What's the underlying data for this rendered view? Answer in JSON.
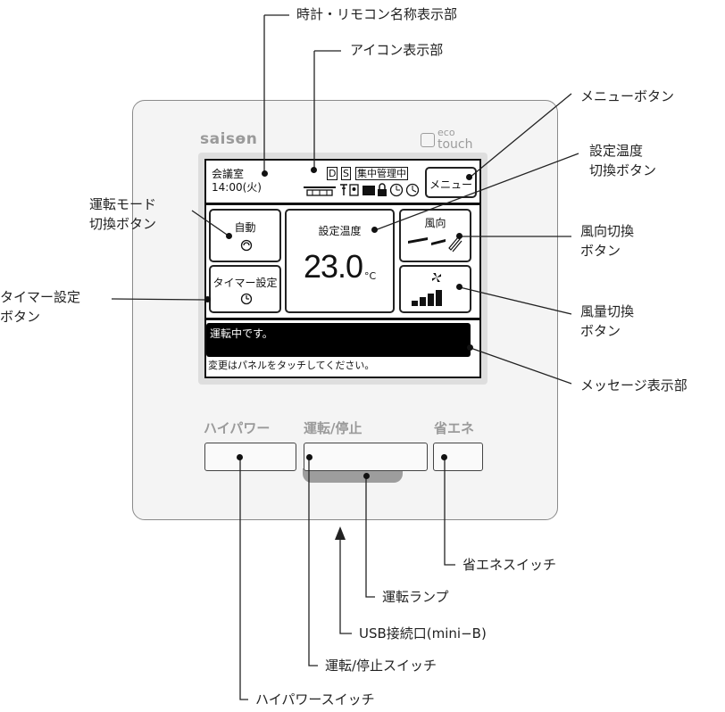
{
  "callouts": {
    "clock_name": "時計・リモコン名称表示部",
    "icon_display": "アイコン表示部",
    "menu_button": "メニューボタン",
    "set_temp_switch_1": "設定温度",
    "set_temp_switch_2": "切換ボタン",
    "op_mode_1": "運転モード",
    "op_mode_2": "切換ボタン",
    "wind_dir_1": "風向切換",
    "wind_dir_2": "ボタン",
    "timer_1": "タイマー設定",
    "timer_2": "ボタン",
    "fan_speed_1": "風量切換",
    "fan_speed_2": "ボタン",
    "message_display": "メッセージ表示部",
    "eco_switch": "省エネスイッチ",
    "op_lamp": "運転ランプ",
    "usb_port": "USB接続口(mini−B)",
    "run_stop_switch": "運転/停止スイッチ",
    "high_power_switch": "ハイパワースイッチ"
  },
  "device": {
    "brand": "saisɵn",
    "eco_top": "eco",
    "eco_bottom": "touch"
  },
  "screen": {
    "room_name": "会議室",
    "clock": "14:00(火)",
    "tag_d": "D",
    "tag_s": "S",
    "tag_central": "集中管理中",
    "menu_label": "メニュー",
    "mode_label": "自動",
    "set_temp_label": "設定温度",
    "temp_value": "23.0",
    "temp_unit": "°C",
    "wind_dir_label": "風向",
    "timer_label": "タイマー設定",
    "status_message": "運転中です。",
    "hint_message": "変更はパネルをタッチしてください。"
  },
  "hardware": {
    "high_power": "ハイパワー",
    "run_stop": "運転/停止",
    "eco_mode": "省エネ"
  }
}
